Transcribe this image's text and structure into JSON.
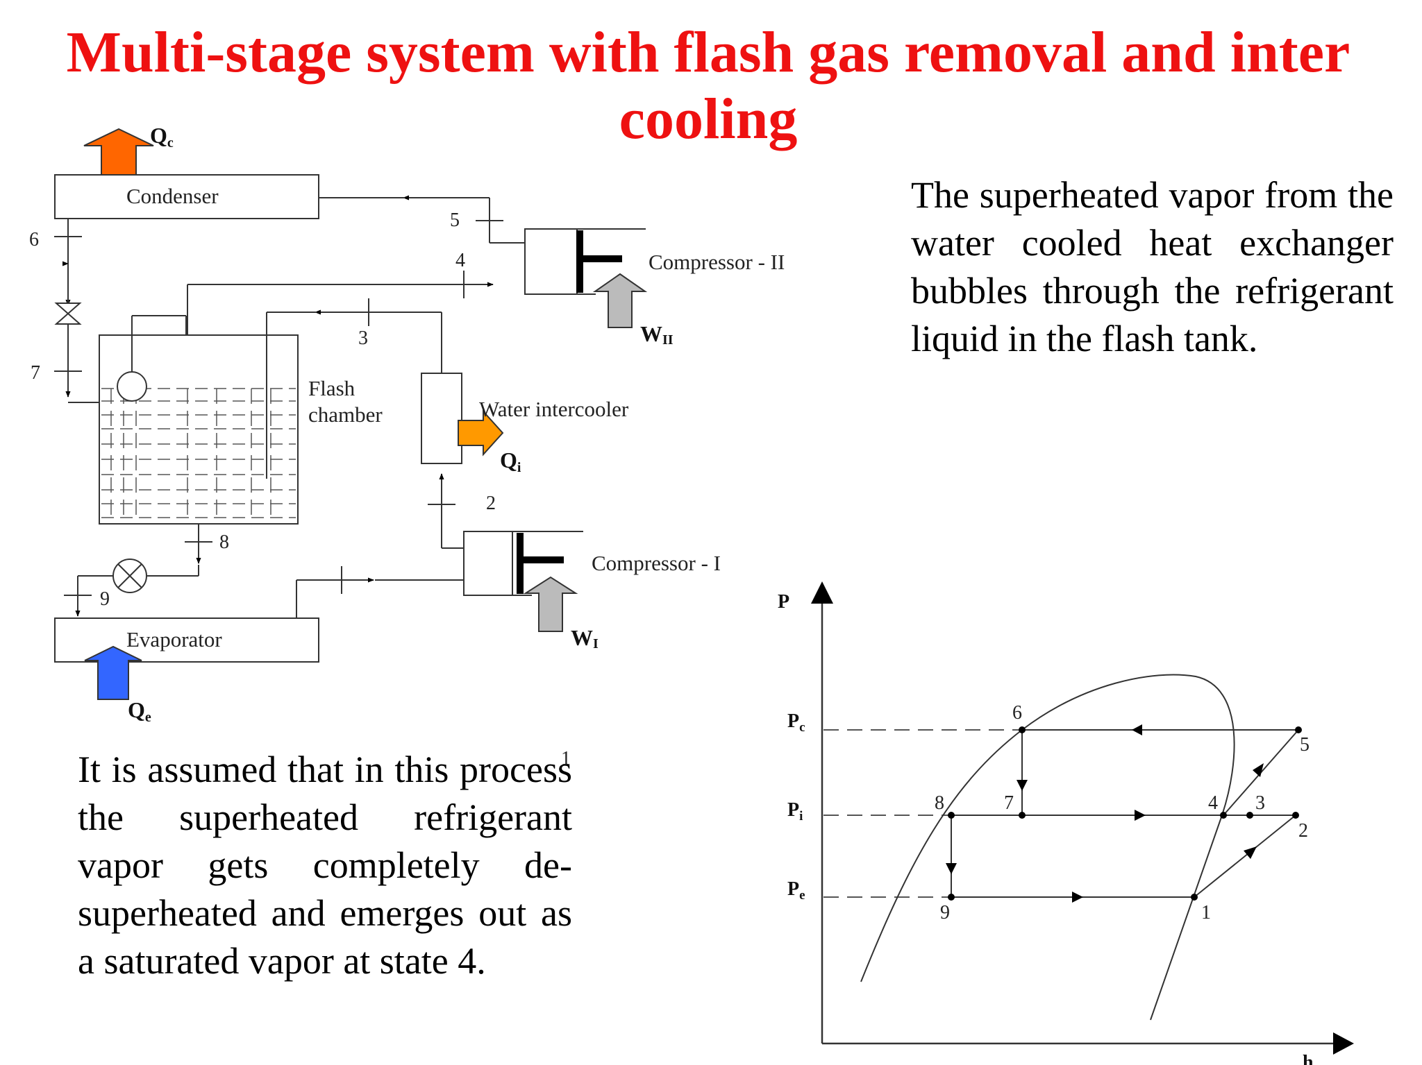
{
  "title": "Multi-stage system with flash gas removal and inter cooling",
  "para_right": "The superheated vapor from the water cooled heat exchanger bubbles through the refrigerant liquid in the flash tank.",
  "para_left": "It is assumed that in this process the superheated refrigerant vapor gets completely de-superheated and emerges out as a saturated vapor at state 4.",
  "schematic": {
    "condenser": "Condenser",
    "evaporator": "Evaporator",
    "flash_line1": "Flash",
    "flash_line2": "chamber",
    "intercooler": "Water intercooler",
    "comp2": "Compressor - II",
    "comp1": "Compressor - I",
    "qc": "Qc",
    "qe": "Qe",
    "qi": "Qi",
    "w2": "WII",
    "w1": "WI",
    "states": [
      "1",
      "2",
      "3",
      "4",
      "5",
      "6",
      "7",
      "8",
      "9"
    ],
    "colors": {
      "qc_arrow": "#ff6600",
      "qe_arrow": "#3366ff",
      "qi_arrow": "#ff9900",
      "work_arrow": "#bbbbbb"
    }
  },
  "ph": {
    "y_axis": "P",
    "x_axis": "h",
    "pc": "Pc",
    "pi": "Pi",
    "pe": "Pe",
    "points": [
      "6",
      "5",
      "8",
      "7",
      "4",
      "3",
      "2",
      "9",
      "1"
    ]
  }
}
